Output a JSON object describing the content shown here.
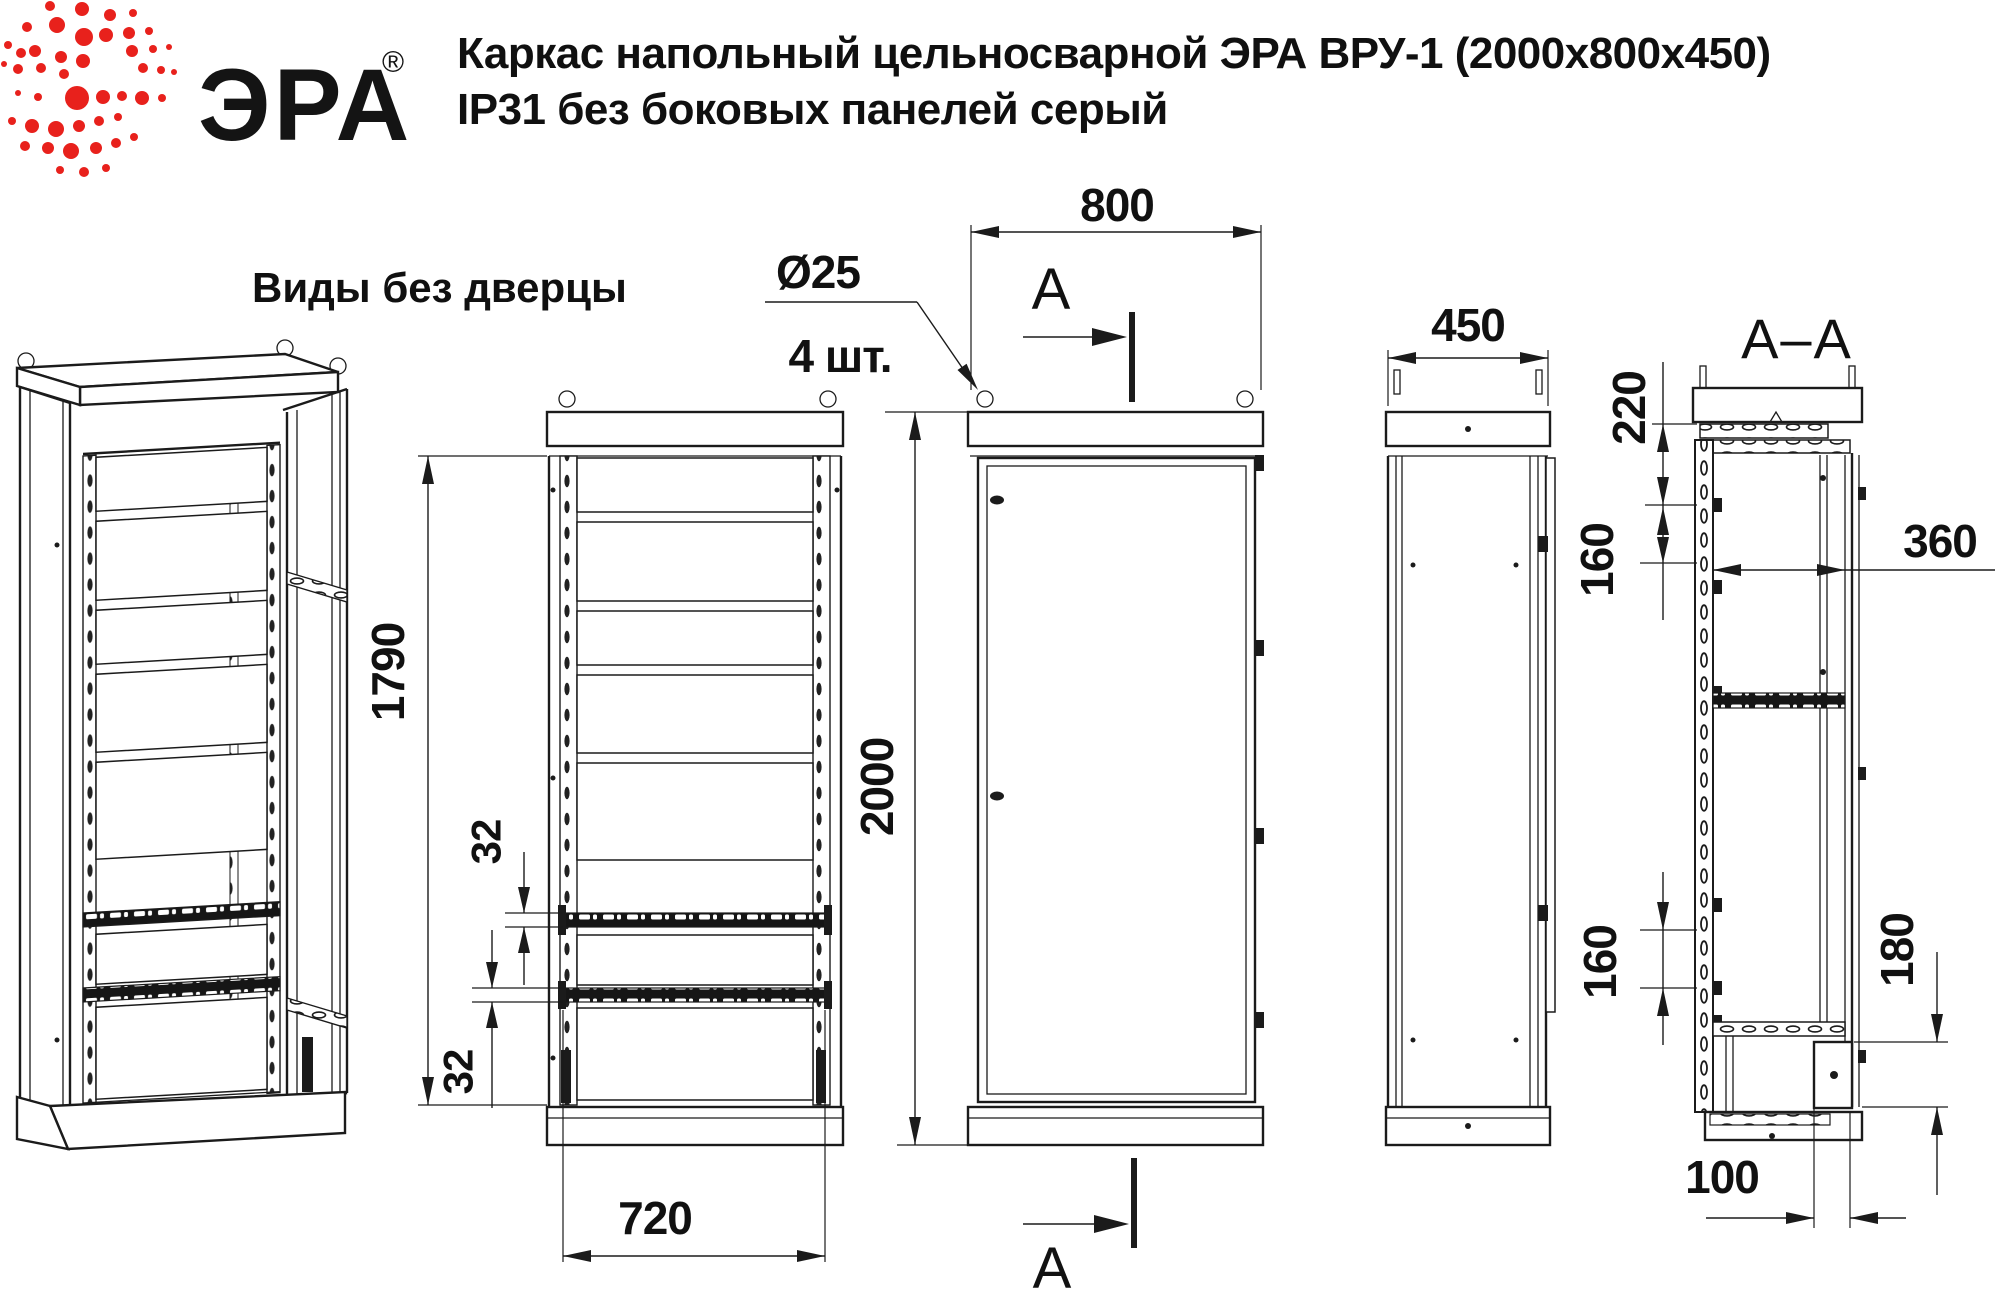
{
  "header": {
    "brand": "ЭРА",
    "registered": "®",
    "title_line1": "Каркас напольный цельносварной ЭРА ВРУ-1 (2000х800х450)",
    "title_line2": "IP31 без боковых панелей серый"
  },
  "drawing": {
    "views_label": "Виды без дверцы",
    "section_title": "А–А",
    "section_marker": "А",
    "hole_note": {
      "diameter": "Ø25",
      "quantity": "4 шт."
    },
    "front_view": {
      "height": "1790",
      "rail_top": "32",
      "rail_bottom": "32",
      "width_inner": "720"
    },
    "overall_view": {
      "width": "800",
      "height": "2000"
    },
    "side_view": {
      "depth": "450"
    },
    "section_view": {
      "top_offset": "220",
      "upper_spacing": "160",
      "inner_width": "360",
      "lower_spacing": "160",
      "bottom_right": "180",
      "bottom_offset": "100"
    }
  },
  "colors": {
    "line": "#1b1b1b",
    "brand_red": "#e8211c"
  }
}
